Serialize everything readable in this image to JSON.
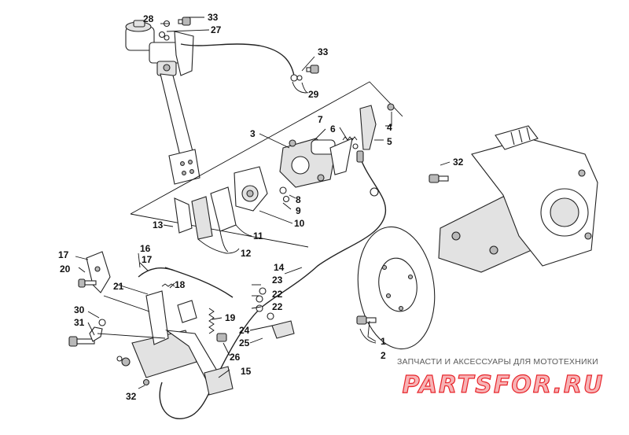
{
  "callouts": [
    {
      "id": "c1",
      "text": "1"
    },
    {
      "id": "c2",
      "text": "2"
    },
    {
      "id": "c3",
      "text": "3"
    },
    {
      "id": "c4",
      "text": "4"
    },
    {
      "id": "c5",
      "text": "5"
    },
    {
      "id": "c6",
      "text": "6"
    },
    {
      "id": "c7",
      "text": "7"
    },
    {
      "id": "c8",
      "text": "8"
    },
    {
      "id": "c9",
      "text": "9"
    },
    {
      "id": "c10",
      "text": "10"
    },
    {
      "id": "c11",
      "text": "11"
    },
    {
      "id": "c12",
      "text": "12"
    },
    {
      "id": "c13",
      "text": "13"
    },
    {
      "id": "c14",
      "text": "14"
    },
    {
      "id": "c15",
      "text": "15"
    },
    {
      "id": "c16",
      "text": "16"
    },
    {
      "id": "c17a",
      "text": "17"
    },
    {
      "id": "c17b",
      "text": "17"
    },
    {
      "id": "c18",
      "text": "18"
    },
    {
      "id": "c19",
      "text": "19"
    },
    {
      "id": "c20",
      "text": "20"
    },
    {
      "id": "c21",
      "text": "21"
    },
    {
      "id": "c22a",
      "text": "22"
    },
    {
      "id": "c22b",
      "text": "22"
    },
    {
      "id": "c23",
      "text": "23"
    },
    {
      "id": "c24",
      "text": "24"
    },
    {
      "id": "c25",
      "text": "25"
    },
    {
      "id": "c26",
      "text": "26"
    },
    {
      "id": "c27",
      "text": "27"
    },
    {
      "id": "c28",
      "text": "28"
    },
    {
      "id": "c29",
      "text": "29"
    },
    {
      "id": "c30",
      "text": "30"
    },
    {
      "id": "c31",
      "text": "31"
    },
    {
      "id": "c32a",
      "text": "32"
    },
    {
      "id": "c32b",
      "text": "32"
    },
    {
      "id": "c33a",
      "text": "33"
    },
    {
      "id": "c33b",
      "text": "33"
    }
  ],
  "watermark": {
    "caption": "ЗАПЧАСТИ И АКСЕССУАРЫ ДЛЯ МОТОТЕХНИКИ",
    "logo_text": "PARTSFOR.RU",
    "logo_color": "#e8252b"
  }
}
